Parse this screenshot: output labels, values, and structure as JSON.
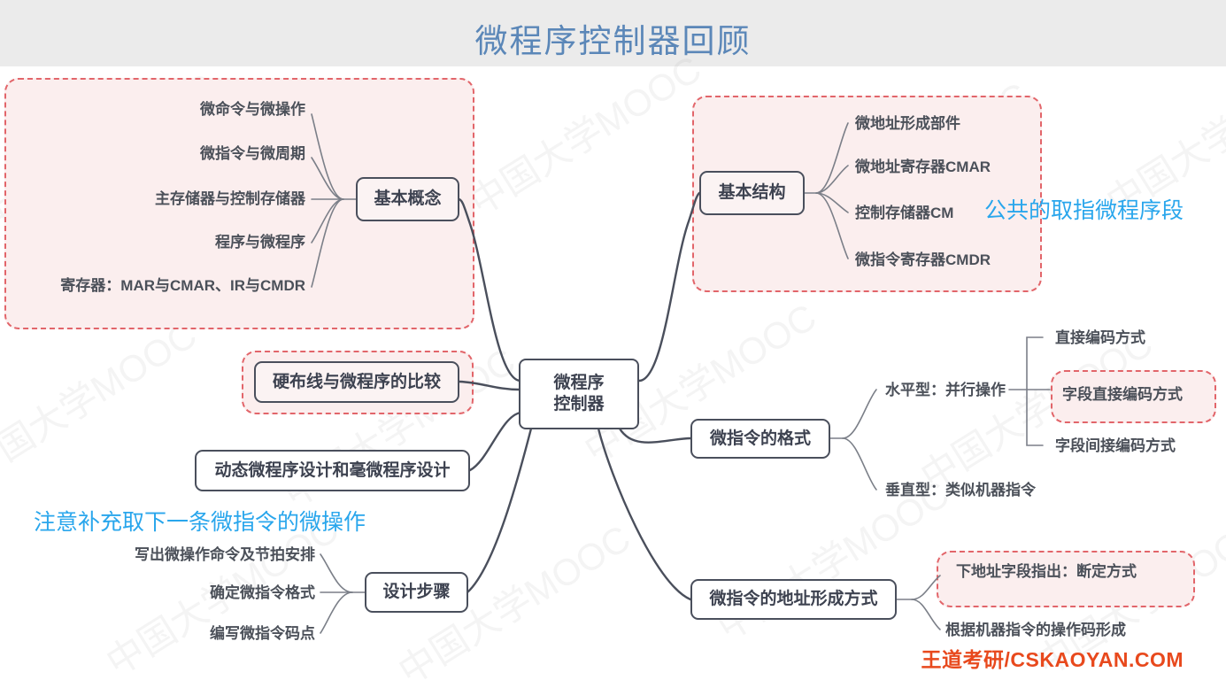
{
  "header": {
    "title": "微程序控制器回顾"
  },
  "brand": "王道考研/CSKAOYAN.COM",
  "watermark": "中国大学MOOC",
  "mindmap": {
    "center": "微程序\n控制器",
    "center_line1": "微程序",
    "center_line2": "控制器",
    "branches": {
      "basic_concept": {
        "label": "基本概念",
        "children": [
          "微命令与微操作",
          "微指令与微周期",
          "主存储器与控制存储器",
          "程序与微程序",
          "寄存器：MAR与CMAR、IR与CMDR"
        ]
      },
      "basic_structure": {
        "label": "基本结构",
        "children": [
          "微地址形成部件",
          "微地址寄存器CMAR",
          "控制存储器CM",
          "微指令寄存器CMDR"
        ]
      },
      "comparison": {
        "label": "硬布线与微程序的比较"
      },
      "dynamic_design": {
        "label": "动态微程序设计和毫微程序设计"
      },
      "design_steps": {
        "label": "设计步骤",
        "children": [
          "写出微操作命令及节拍安排",
          "确定微指令格式",
          "编写微指令码点"
        ]
      },
      "microinstruction_format": {
        "label": "微指令的格式",
        "children": [
          {
            "label": "水平型：并行操作",
            "children": [
              "直接编码方式",
              "字段直接编码方式",
              "字段间接编码方式"
            ]
          },
          {
            "label": "垂直型：类似机器指令",
            "children": []
          }
        ]
      },
      "address_formation": {
        "label": "微指令的地址形成方式",
        "children": [
          "下地址字段指出：断定方式",
          "根据机器指令的操作码形成"
        ]
      }
    },
    "annotations": [
      "公共的取指微程序段",
      "注意补充取下一条微指令的微操作"
    ]
  },
  "colors": {
    "title": "#5b87b8",
    "annotation": "#29a6ec",
    "highlight_border": "#e2656a",
    "highlight_fill": "#fbeeee",
    "node_border": "#4a4f5c",
    "node_text": "#3d4250",
    "brand": "#e8491d",
    "header_bg": "#ebebeb",
    "link": "#4a4f5c"
  }
}
